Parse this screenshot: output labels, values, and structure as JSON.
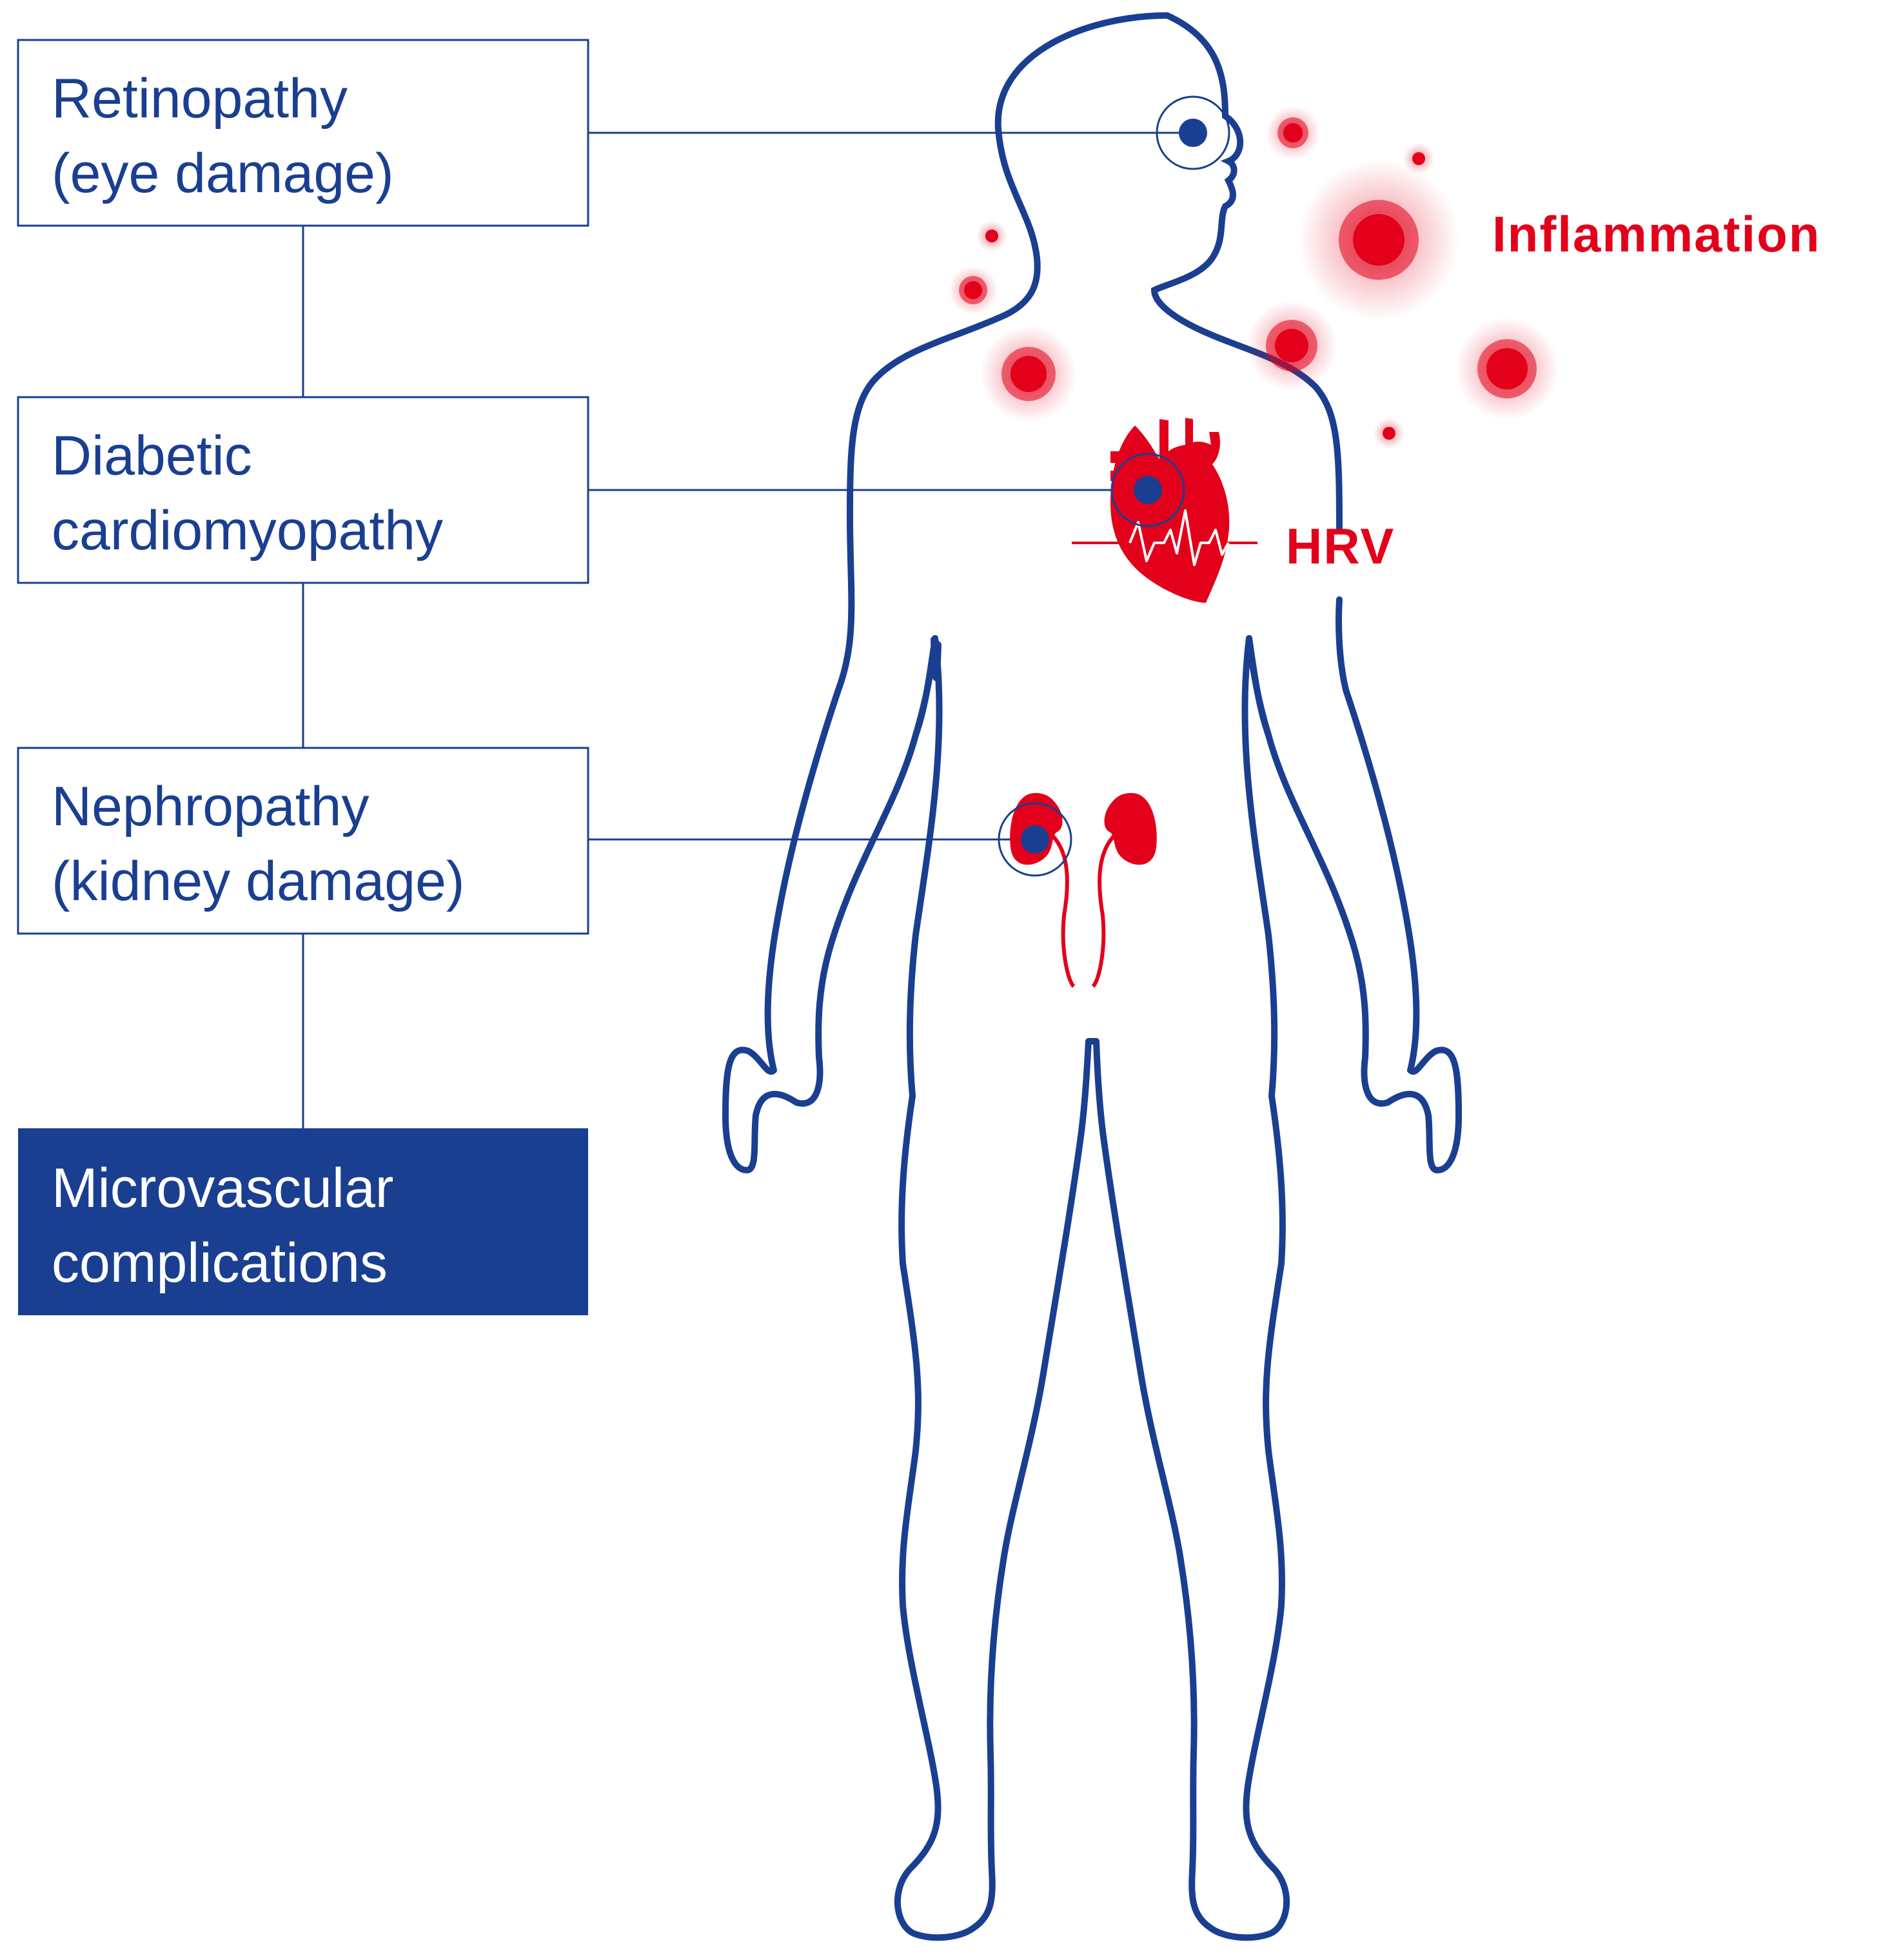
{
  "boxes": {
    "retinopathy": {
      "line1": "Retinopathy",
      "line2": "(eye damage)"
    },
    "cardiomyopathy": {
      "line1": "Diabetic",
      "line2": "cardiomyopathy"
    },
    "nephropathy": {
      "line1": "Nephropathy",
      "line2": "(kidney damage)"
    },
    "microvascular": {
      "line1": "Microvascular",
      "line2": "complications"
    }
  },
  "labels": {
    "inflammation": "Inflammation",
    "hrv": "HRV"
  },
  "colors": {
    "primary_blue": "#1a3f91",
    "accent_red": "#e2001a",
    "background": "#ffffff"
  },
  "icons": {
    "heart": "heart-icon",
    "kidneys": "kidneys-icon",
    "eye_marker": "target-marker-icon",
    "inflammation_spot": "inflammation-spot-icon",
    "ecg_line": "ecg-line-icon",
    "body": "human-body-outline-icon"
  }
}
